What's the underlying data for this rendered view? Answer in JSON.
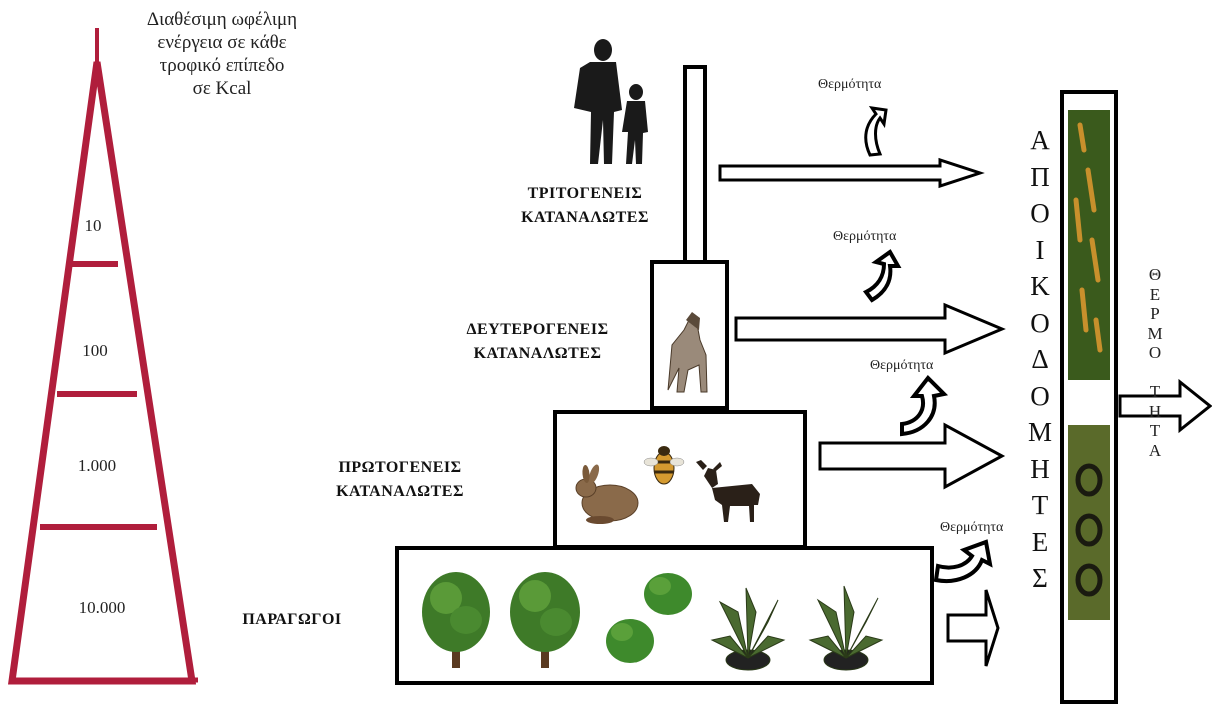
{
  "energy_pyramid": {
    "caption_lines": [
      "Διαθέσιμη ωφέλιμη",
      "ενέργεια σε κάθε",
      "τροφικό επίπεδο",
      "σε Kcal"
    ],
    "levels": [
      "10",
      "100",
      "1.000",
      "10.000"
    ]
  },
  "trophic_levels": {
    "tertiary": {
      "line1": "ΤΡΙΤΟΓΕΝΕΙΣ",
      "line2": "ΚΑΤΑΝΑΛΩΤΕΣ"
    },
    "secondary": {
      "line1": "ΔΕΥΤΕΡΟΓΕΝΕΙΣ",
      "line2": "ΚΑΤΑΝΑΛΩΤΕΣ"
    },
    "primary": {
      "line1": "ΠΡΩΤΟΓΕΝΕΙΣ",
      "line2": "ΚΑΤΑΝΑΛΩΤΕΣ"
    },
    "producers": {
      "line1": "ΠΑΡΑΓΩΓΟΙ"
    }
  },
  "heat_labels": [
    "Θερμότητα",
    "Θερμότητα",
    "Θερμότητα",
    "Θερμότητα"
  ],
  "decomposers_letters": [
    "Α",
    "Π",
    "Ο",
    "Ι",
    "Κ",
    "Ο",
    "Δ",
    "Ο",
    "Μ",
    "Η",
    "Τ",
    "Ε",
    "Σ"
  ],
  "heat_vertical_letters": [
    "Θ",
    "Ε",
    "Ρ",
    "Μ",
    "Ο",
    "",
    "Τ",
    "Η",
    "Τ",
    "Α"
  ],
  "icons": [
    "human-silhouette",
    "wolf",
    "rabbit",
    "bee",
    "moose",
    "tree",
    "bush",
    "fern",
    "decomposer-organisms"
  ],
  "colors": {
    "pyramid": "#b01e3c",
    "box": "#000000",
    "decomposer_green": "#3a5a1c"
  }
}
